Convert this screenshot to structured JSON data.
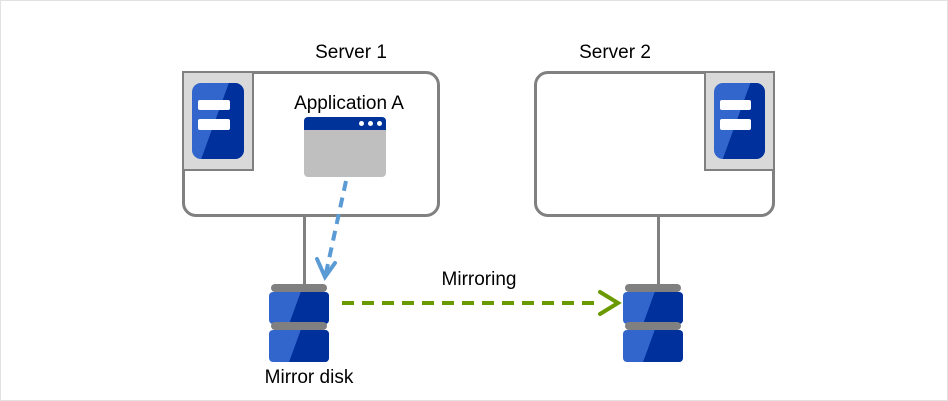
{
  "diagram": {
    "title_server1": "Server 1",
    "title_server2": "Server 2",
    "application_label": "Application  A",
    "mirroring_label": "Mirroring",
    "mirror_disk_label": "Mirror disk"
  },
  "colors": {
    "frame_border": "#e2e2e2",
    "box_outline": "#808080",
    "icon_panel_bg": "#d9d9d9",
    "blue_light": "#3366CC",
    "blue_dark": "#00309C",
    "title_bar_blue": "#003399",
    "window_body_gray": "#bfbfbf",
    "write_arrow_blue": "#5B9BD5",
    "mirroring_arrow_green": "#6B9A00",
    "text": "#000000"
  },
  "icons": {
    "server_machine": "server-icon",
    "application_window": "app-window-icon",
    "disk_stack": "disk-icon",
    "write_arrow": "dashed-arrow-down-icon",
    "mirroring_arrow": "dashed-arrow-right-icon"
  }
}
